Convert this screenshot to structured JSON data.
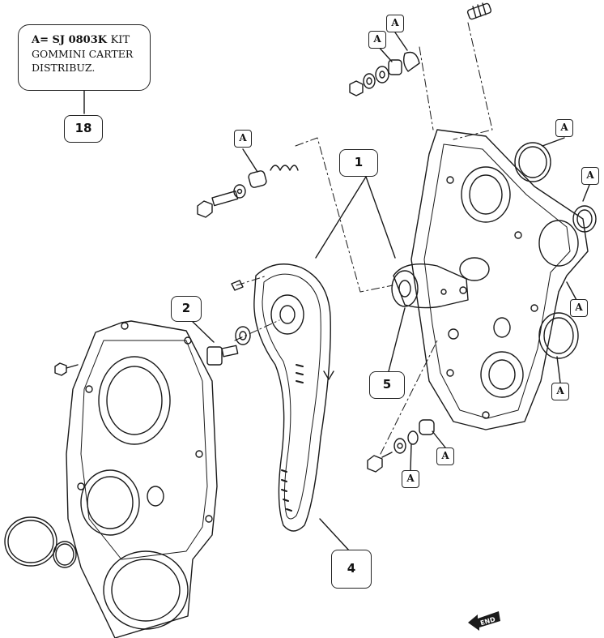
{
  "note": {
    "code_line_prefix": "A= SJ 0803K",
    "code_line_suffix": "KIT",
    "line2": "GOMMINI CARTER",
    "line3": "DISTRIBUZ."
  },
  "callouts": {
    "ref_18": "18",
    "part_1": "1",
    "part_2": "2",
    "part_4": "4",
    "part_5": "5",
    "letter_a": "A"
  },
  "end_mark": "END",
  "colors": {
    "ink": "#1a1a1a",
    "paper": "#ffffff"
  },
  "icons": {
    "end_marker": "end-arrow-icon"
  }
}
